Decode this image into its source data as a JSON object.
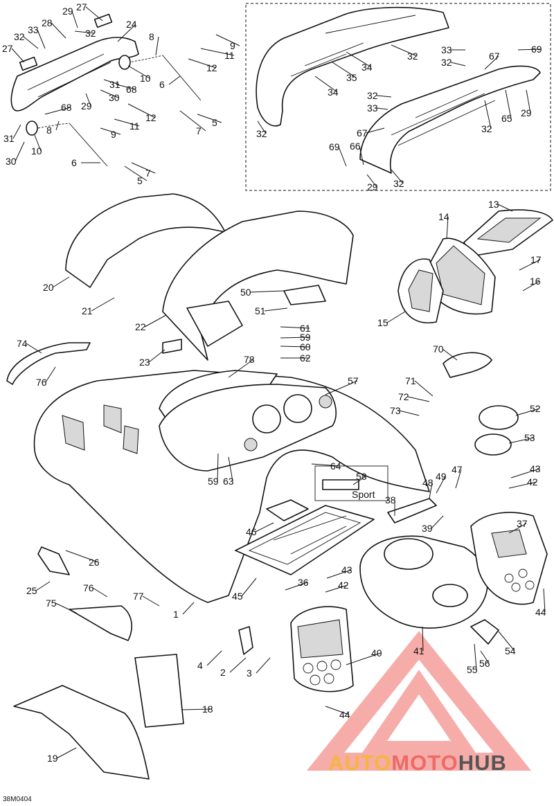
{
  "reference_code": "38M0404",
  "watermark": {
    "brand_auto": "AUTO",
    "brand_moto": "MOTO",
    "brand_hub": "HUB"
  },
  "model_label": "Sport",
  "callouts": [
    {
      "id": "c29a",
      "text": "29"
    },
    {
      "id": "c27a",
      "text": "27"
    },
    {
      "id": "c28",
      "text": "28"
    },
    {
      "id": "c33a",
      "text": "33"
    },
    {
      "id": "c32a",
      "text": "32"
    },
    {
      "id": "c32b",
      "text": "32"
    },
    {
      "id": "c24",
      "text": "24"
    },
    {
      "id": "c8a",
      "text": "8"
    },
    {
      "id": "c9a",
      "text": "9"
    },
    {
      "id": "c11a",
      "text": "11"
    },
    {
      "id": "c12a",
      "text": "12"
    },
    {
      "id": "c27b",
      "text": "27"
    },
    {
      "id": "c10a",
      "text": "10"
    },
    {
      "id": "c68a",
      "text": "68"
    },
    {
      "id": "c31a",
      "text": "31"
    },
    {
      "id": "c30a",
      "text": "30"
    },
    {
      "id": "c6a",
      "text": "6"
    },
    {
      "id": "c29b",
      "text": "29"
    },
    {
      "id": "c68b",
      "text": "68"
    },
    {
      "id": "c12b",
      "text": "12"
    },
    {
      "id": "c5a",
      "text": "5"
    },
    {
      "id": "c11b",
      "text": "11"
    },
    {
      "id": "c9b",
      "text": "9"
    },
    {
      "id": "c7a",
      "text": "7"
    },
    {
      "id": "c31b",
      "text": "31"
    },
    {
      "id": "c10b",
      "text": "10"
    },
    {
      "id": "c8b",
      "text": "8"
    },
    {
      "id": "c30b",
      "text": "30"
    },
    {
      "id": "c6b",
      "text": "6"
    },
    {
      "id": "c7b",
      "text": "7"
    },
    {
      "id": "c5b",
      "text": "5"
    },
    {
      "id": "c32c",
      "text": "32"
    },
    {
      "id": "c34a",
      "text": "34"
    },
    {
      "id": "c35",
      "text": "35"
    },
    {
      "id": "c34b",
      "text": "34"
    },
    {
      "id": "c32d",
      "text": "32"
    },
    {
      "id": "c33b",
      "text": "33"
    },
    {
      "id": "c67a",
      "text": "67"
    },
    {
      "id": "c69a",
      "text": "69"
    },
    {
      "id": "c32e",
      "text": "32"
    },
    {
      "id": "c33c",
      "text": "33"
    },
    {
      "id": "c32f",
      "text": "32"
    },
    {
      "id": "c65",
      "text": "65"
    },
    {
      "id": "c29c",
      "text": "29"
    },
    {
      "id": "c67b",
      "text": "67"
    },
    {
      "id": "c32g",
      "text": "32"
    },
    {
      "id": "c69b",
      "text": "69"
    },
    {
      "id": "c66",
      "text": "66"
    },
    {
      "id": "c29d",
      "text": "29"
    },
    {
      "id": "c32h",
      "text": "32"
    },
    {
      "id": "c13",
      "text": "13"
    },
    {
      "id": "c14",
      "text": "14"
    },
    {
      "id": "c17",
      "text": "17"
    },
    {
      "id": "c16",
      "text": "16"
    },
    {
      "id": "c15",
      "text": "15"
    },
    {
      "id": "c20",
      "text": "20"
    },
    {
      "id": "c21",
      "text": "21"
    },
    {
      "id": "c22",
      "text": "22"
    },
    {
      "id": "c50",
      "text": "50"
    },
    {
      "id": "c51",
      "text": "51"
    },
    {
      "id": "c23",
      "text": "23"
    },
    {
      "id": "c61",
      "text": "61"
    },
    {
      "id": "c59a",
      "text": "59"
    },
    {
      "id": "c60",
      "text": "60"
    },
    {
      "id": "c62",
      "text": "62"
    },
    {
      "id": "c74",
      "text": "74"
    },
    {
      "id": "c76a",
      "text": "76"
    },
    {
      "id": "c78",
      "text": "78"
    },
    {
      "id": "c57",
      "text": "57"
    },
    {
      "id": "c70",
      "text": "70"
    },
    {
      "id": "c71",
      "text": "71"
    },
    {
      "id": "c72",
      "text": "72"
    },
    {
      "id": "c73",
      "text": "73"
    },
    {
      "id": "c52",
      "text": "52"
    },
    {
      "id": "c53",
      "text": "53"
    },
    {
      "id": "c64",
      "text": "64"
    },
    {
      "id": "c59b",
      "text": "59"
    },
    {
      "id": "c63",
      "text": "63"
    },
    {
      "id": "c58",
      "text": "58"
    },
    {
      "id": "c48",
      "text": "48"
    },
    {
      "id": "c49",
      "text": "49"
    },
    {
      "id": "c47",
      "text": "47"
    },
    {
      "id": "c43a",
      "text": "43"
    },
    {
      "id": "c42a",
      "text": "42"
    },
    {
      "id": "c38",
      "text": "38"
    },
    {
      "id": "c39",
      "text": "39"
    },
    {
      "id": "c37",
      "text": "37"
    },
    {
      "id": "c46",
      "text": "46"
    },
    {
      "id": "c26",
      "text": "26"
    },
    {
      "id": "c25",
      "text": "25"
    },
    {
      "id": "c76b",
      "text": "76"
    },
    {
      "id": "c75",
      "text": "75"
    },
    {
      "id": "c77",
      "text": "77"
    },
    {
      "id": "c45",
      "text": "45"
    },
    {
      "id": "c36",
      "text": "36"
    },
    {
      "id": "c43b",
      "text": "43"
    },
    {
      "id": "c42b",
      "text": "42"
    },
    {
      "id": "c1",
      "text": "1"
    },
    {
      "id": "c44a",
      "text": "44"
    },
    {
      "id": "c54",
      "text": "54"
    },
    {
      "id": "c41",
      "text": "41"
    },
    {
      "id": "c55",
      "text": "55"
    },
    {
      "id": "c56",
      "text": "56"
    },
    {
      "id": "c4",
      "text": "4"
    },
    {
      "id": "c2",
      "text": "2"
    },
    {
      "id": "c3",
      "text": "3"
    },
    {
      "id": "c40",
      "text": "40"
    },
    {
      "id": "c18",
      "text": "18"
    },
    {
      "id": "c44b",
      "text": "44"
    },
    {
      "id": "c19",
      "text": "19"
    }
  ]
}
